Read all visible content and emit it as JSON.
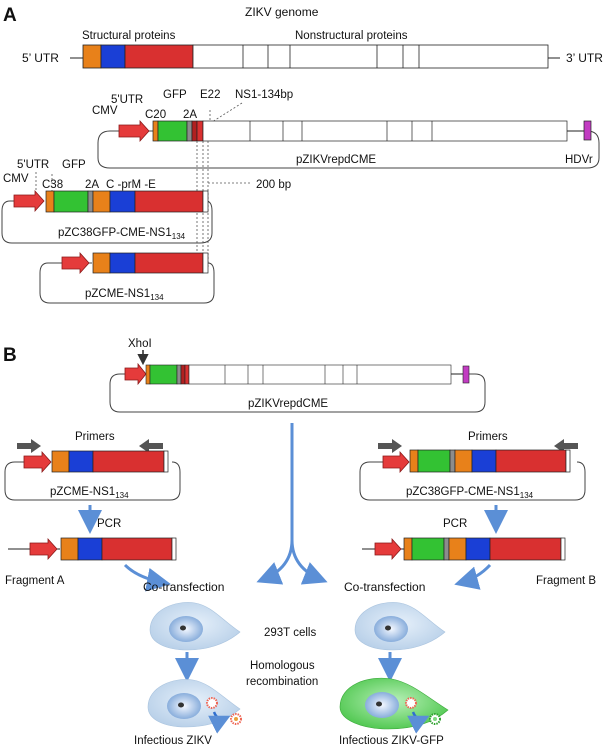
{
  "panel_a": {
    "letter": "A",
    "title": "ZIKV  genome",
    "utr5": "5’ UTR",
    "utr3": "3’ UTR",
    "structural": "Structural proteins",
    "nonstructural": "Nonstructural proteins",
    "cmv1": "CMV",
    "utr5_1": "5'UTR",
    "c20": "C20",
    "gfp1": "GFP",
    "twoA1": "2A",
    "e22": "E22",
    "ns1bp": "NS1-134bp",
    "plasmid1": "pZIKVrepdCME",
    "hdvr": "HDVr",
    "bp200": "200 bp",
    "utr5_2": "5'UTR",
    "gfp2": "GFP",
    "cmv2": "CMV",
    "c38": "C38",
    "twoA2": "2A",
    "cprme": "C -prM -E",
    "plasmid2_main": "pZC38GFP-CME-NS1",
    "plasmid2_sub": "134",
    "plasmid3_main": "pZCME-NS1",
    "plasmid3_sub": "134"
  },
  "panel_b": {
    "letter": "B",
    "xhoi": "XhoI",
    "plasmid_top": "pZIKVrepdCME",
    "primers_left": "Primers",
    "primers_right": "Primers",
    "left_plasmid_main": "pZCME-NS1",
    "left_plasmid_sub": "134",
    "right_plasmid_main": "pZC38GFP-CME-NS1",
    "right_plasmid_sub": "134",
    "pcr_left": "PCR",
    "pcr_right": "PCR",
    "fragment_a": "Fragment A",
    "fragment_b": "Fragment B",
    "cotrans_left": "Co-transfection",
    "cotrans_right": "Co-transfection",
    "cells": "293T cells",
    "homologous": "Homologous",
    "recombination": "recombination",
    "result_left": "Infectious ZIKV",
    "result_right": "Infectious ZIKV-GFP"
  },
  "colors": {
    "orange": "#e8811a",
    "blue": "#1a3fd6",
    "red": "#d93030",
    "green": "#33c233",
    "gray": "#8c8c8c",
    "darkred": "#b02020",
    "magenta": "#c23cc2",
    "arrow_blue": "#5b8fd6",
    "cell_blue": "#c9dcee",
    "cell_green": "#7ed87e"
  }
}
